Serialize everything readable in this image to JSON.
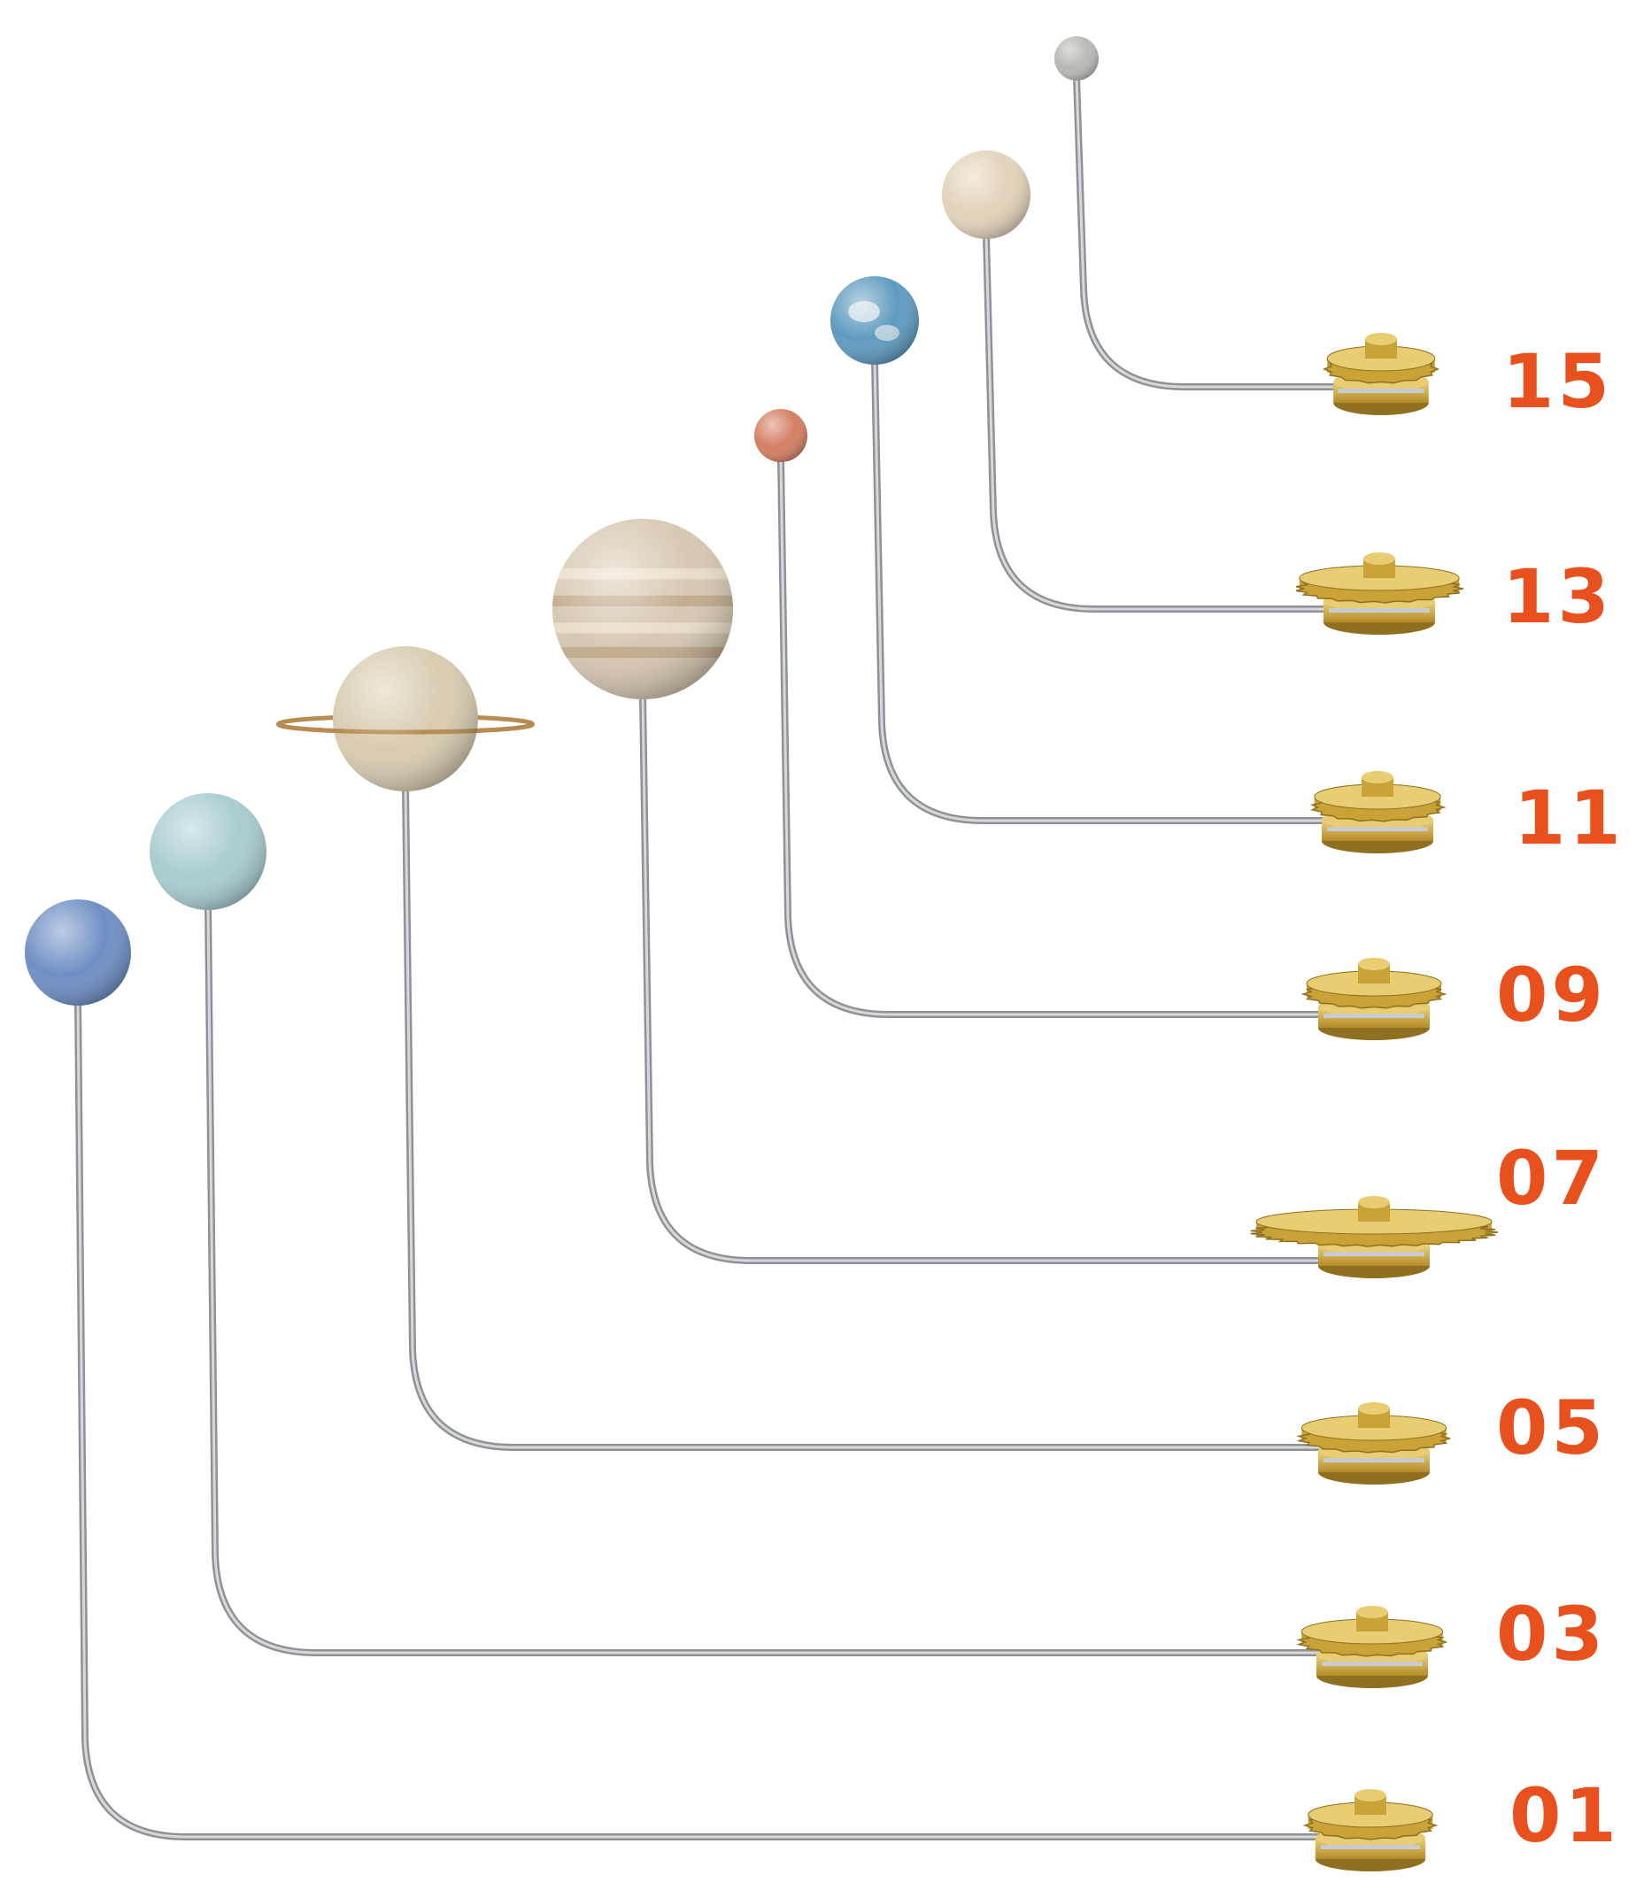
{
  "colors": {
    "label": "#e8501e",
    "rod": "#a9adb2",
    "gear": "#c9a238",
    "gear_dark": "#8f7020",
    "gear_light": "#e8cd73"
  },
  "items": [
    {
      "label": "01",
      "planet": "neptune",
      "color": "#6f8fc4",
      "icon": "neptune-planet-icon"
    },
    {
      "label": "03",
      "planet": "uranus",
      "color": "#a9cdd0",
      "icon": "uranus-planet-icon"
    },
    {
      "label": "05",
      "planet": "saturn",
      "color": "#d8ccb0",
      "icon": "saturn-planet-icon"
    },
    {
      "label": "07",
      "planet": "jupiter",
      "color": "#d7c8b2",
      "icon": "jupiter-planet-icon"
    },
    {
      "label": "09",
      "planet": "mars",
      "color": "#d47f63",
      "icon": "mars-planet-icon"
    },
    {
      "label": "11",
      "planet": "earth",
      "color": "#5f9bbf",
      "icon": "earth-planet-icon"
    },
    {
      "label": "13",
      "planet": "venus",
      "color": "#e2d3b9",
      "icon": "venus-planet-icon"
    },
    {
      "label": "15",
      "planet": "mercury",
      "color": "#b7b9b4",
      "icon": "mercury-planet-icon"
    }
  ]
}
